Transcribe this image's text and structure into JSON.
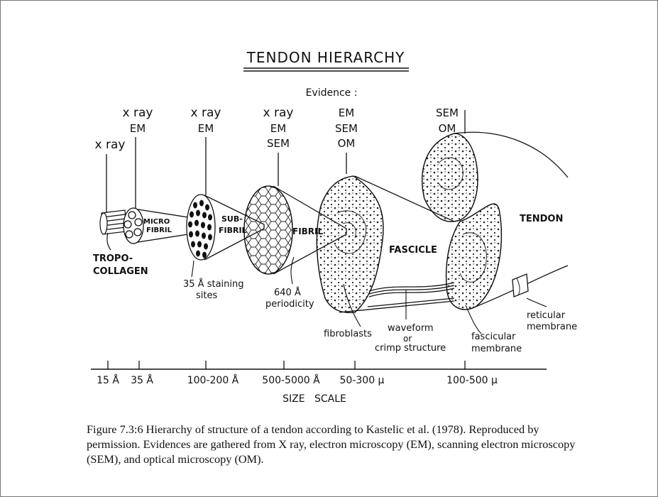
{
  "title": "TENDON HIERARCHY",
  "evidence_label": "Evidence :",
  "levels": [
    {
      "name": "TROPO-",
      "name2": "COLLAGEN",
      "evidence": [
        "x ray"
      ]
    },
    {
      "name": "MICRO",
      "name2": "FIBRIL",
      "evidence": [
        "x ray",
        "EM"
      ]
    },
    {
      "name": "SUB-",
      "name2": "FIBRIL",
      "evidence": [
        "x ray",
        "EM"
      ]
    },
    {
      "name": "FIBRIL",
      "evidence": [
        "x ray",
        "EM",
        "SEM"
      ]
    },
    {
      "name": "FASCICLE",
      "evidence": [
        "EM",
        "SEM",
        "OM"
      ]
    },
    {
      "name": "TENDON",
      "evidence": [
        "SEM",
        "OM"
      ]
    }
  ],
  "annotations": {
    "staining_1": "35 Å  staining",
    "staining_2": "sites",
    "periodicity_1": "640 Å",
    "periodicity_2": "periodicity",
    "fibroblasts": "fibroblasts",
    "waveform_1": "waveform",
    "waveform_2": "or",
    "waveform_3": "crimp  structure",
    "fascicular_1": "fascicular",
    "fascicular_2": "membrane",
    "reticular_1": "reticular",
    "reticular_2": "membrane"
  },
  "scale": {
    "ticks": [
      "15 Å",
      "35 Å",
      "100-200 Å",
      "500-5000 Å",
      "50-300 µ",
      "100-500 µ"
    ],
    "title": "SIZE   SCALE"
  },
  "caption": "Figure 7.3:6 Hierarchy of structure of a tendon according to Kastelic et al. (1978). Reproduced by permission. Evidences are gathered from X ray, electron microscopy (EM), scanning electron microscopy (SEM), and optical microscopy (OM)."
}
